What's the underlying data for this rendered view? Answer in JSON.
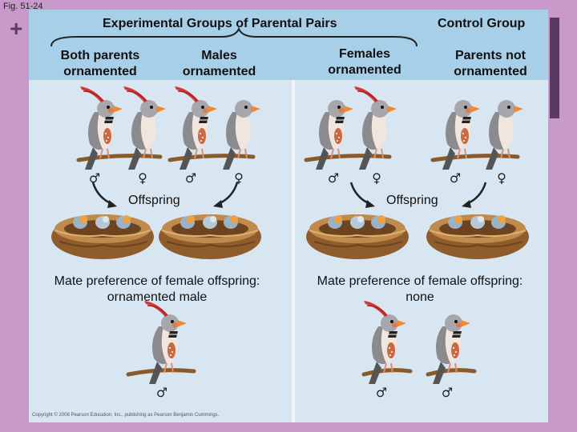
{
  "figure_label": "Fig. 51-24",
  "header": {
    "experimental_title": "Experimental Groups of Parental Pairs",
    "control_title": "Control Group"
  },
  "groups": [
    {
      "label": "Both parents ornamented"
    },
    {
      "label": "Males ornamented"
    },
    {
      "label": "Females ornamented"
    },
    {
      "label": "Parents not ornamented"
    }
  ],
  "offspring_label": "Offspring",
  "preferences": {
    "experimental": {
      "line1": "Mate preference of female offspring:",
      "line2": "ornamented male"
    },
    "control": {
      "line1": "Mate preference of female offspring:",
      "line2": "none"
    }
  },
  "symbols": {
    "male": "♂",
    "female": "♀"
  },
  "icons": [
    "zebra-finch-icon",
    "red-crest-ornament-icon",
    "nest-icon",
    "curved-arrow-icon",
    "brace-icon"
  ],
  "colors": {
    "header_band": "#a8cfe8",
    "panel": "#d8e6f1",
    "background": "#c79ac9",
    "ornament": "#d23a3a",
    "beak": "#f08a32",
    "nest": "#a8743e"
  },
  "copyright": "Copyright © 2008 Pearson Education, Inc., publishing as Pearson Benjamin Cummings."
}
